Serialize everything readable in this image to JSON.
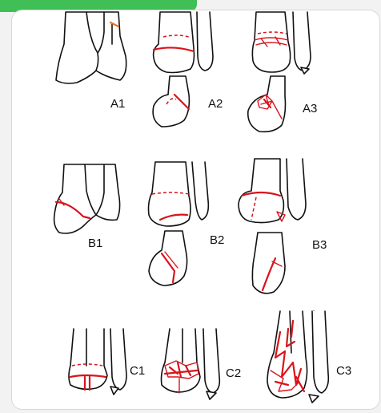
{
  "diagram": {
    "accent_color": "#3fbf56",
    "fracture_color": "#d8141c",
    "line_color": "#111111"
  },
  "labels": {
    "A1": "A1",
    "A2": "A2",
    "A3": "A3",
    "B1": "B1",
    "B2": "B2",
    "B3": "B3",
    "C1": "C1",
    "C2": "C2",
    "C3": "C3"
  }
}
